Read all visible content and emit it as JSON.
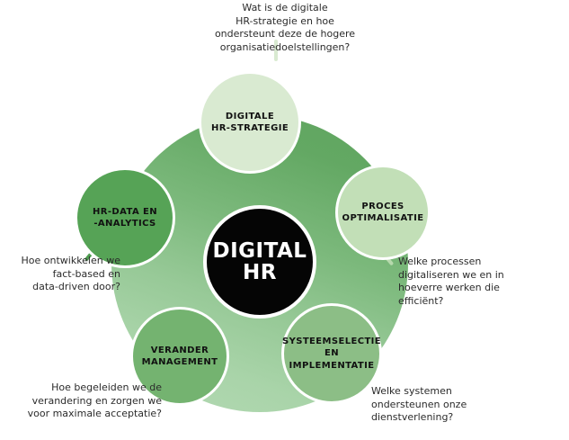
{
  "diagram": {
    "title": "Digital HR",
    "center": {
      "label": "DIGITAL\nHR",
      "color": "#050505",
      "text_color": "#ffffff"
    },
    "background_ring": {
      "shape": "circle",
      "gradient_from": "#5fa45f",
      "gradient_to": "#b4d9b4"
    },
    "nodes": [
      {
        "id": "digitale-hr-strategie",
        "label": "DIGITALE\nHR-STRATEGIE",
        "color": "#d9ead1",
        "position": "top",
        "caption": "Wat is de digitale\nHR-strategie en hoe\nondersteunt deze de hogere\norganisatiedoelstellingen?",
        "stem_color": "#d9ead1"
      },
      {
        "id": "proces-optimalisatie",
        "label": "PROCES\nOPTIMALISATIE",
        "color": "#c2dfb7",
        "position": "right",
        "caption": "Welke processen\ndigitaliseren we en in\nhoeverre werken die\nefficiënt?",
        "stem_color": "#b6d9ac"
      },
      {
        "id": "systeemselectie-en-implementatie",
        "label": "SYSTEEMSELECTIE\nEN IMPLEMENTATIE",
        "color": "#8cbe86",
        "position": "bottom-right",
        "caption": "Welke systemen\nondersteunen onze\ndienstverlening?",
        "stem_color": "#7fb579"
      },
      {
        "id": "verander-management",
        "label": "VERANDER\nMANAGEMENT",
        "color": "#74b370",
        "position": "bottom-left",
        "caption": "Hoe begeleiden we de\nverandering en zorgen we\nvoor maximale acceptatie?",
        "stem_color": "#66ab63"
      },
      {
        "id": "hr-data-en-analytics",
        "label": "HR-DATA EN\n-ANALYTICS",
        "color": "#56a356",
        "position": "left",
        "caption": "Hoe ontwikkelen we\nfact-based en\ndata-driven door?",
        "stem_color": "#4f9d50"
      }
    ]
  }
}
